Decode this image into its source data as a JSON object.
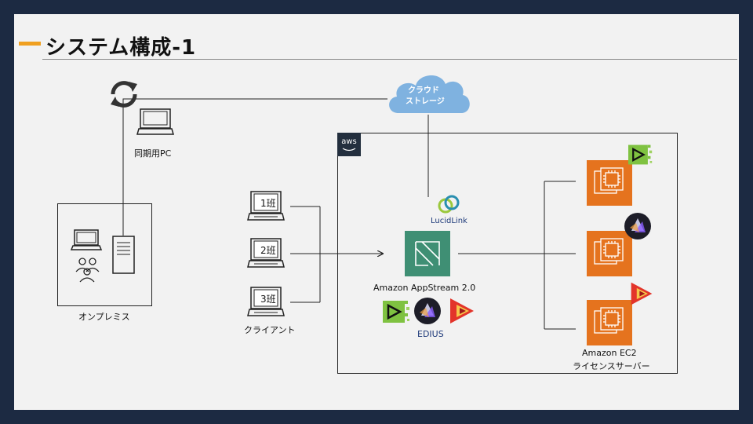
{
  "slide": {
    "title": "システム構成-1"
  },
  "onprem": {
    "label": "オンプレミス"
  },
  "sync_pc": {
    "label": "同期用PC"
  },
  "cloud_storage": {
    "label_line1": "クラウド",
    "label_line2": "ストレージ"
  },
  "aws": {
    "badge": "aws"
  },
  "lucidlink": {
    "label": "LucidLink"
  },
  "clients": {
    "items": [
      {
        "label": "1班"
      },
      {
        "label": "2班"
      },
      {
        "label": "3班"
      }
    ],
    "caption": "クライアント"
  },
  "appstream": {
    "label": "Amazon AppStream 2.0",
    "apps_caption": "EDIUS"
  },
  "ec2": {
    "label_line1": "Amazon EC2",
    "label_line2": "ライセンスサーバー"
  },
  "colors": {
    "background": "#1c2a42",
    "accent": "#f0a020",
    "ec2_orange": "#e5731e",
    "appstream_green": "#3f8f74",
    "cloud_blue": "#7fb2e0",
    "edius_blue": "#1e3a7a"
  }
}
